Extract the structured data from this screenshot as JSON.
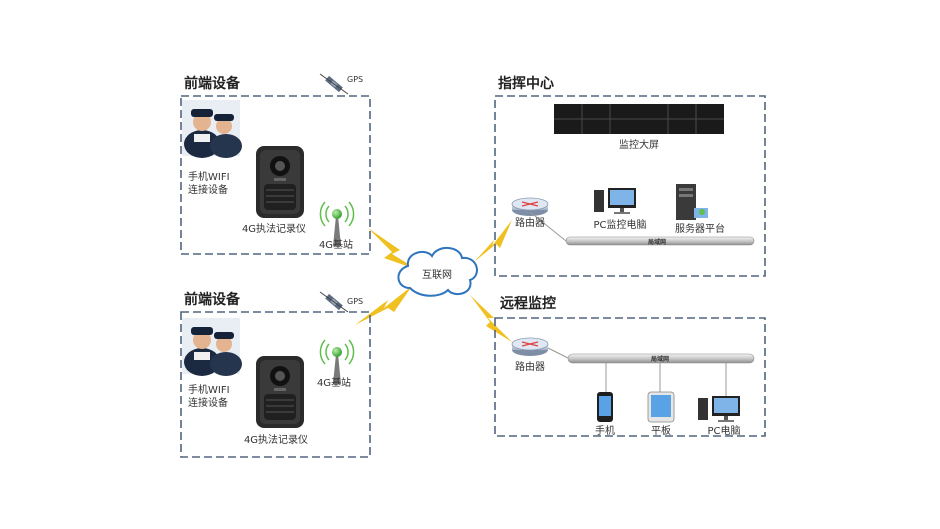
{
  "front_end_top": {
    "title": "前端设备",
    "gps_label": "GPS",
    "phone_label_line1": "手机WIFI",
    "phone_label_line2": "连接设备",
    "recorder_label": "4G执法记录仪",
    "base_station_label": "4G基站"
  },
  "front_end_bottom": {
    "title": "前端设备",
    "gps_label": "GPS",
    "phone_label_line1": "手机WIFI",
    "phone_label_line2": "连接设备",
    "recorder_label": "4G执法记录仪",
    "base_station_label": "4G基站"
  },
  "internet_label": "互联网",
  "command_center": {
    "title": "指挥中心",
    "video_wall_label": "监控大屏",
    "router_label": "路由器",
    "pc_label": "PC监控电脑",
    "server_label": "服务器平台",
    "lan_label": "局域网"
  },
  "remote_monitoring": {
    "title": "远程监控",
    "router_label": "路由器",
    "lan_label": "局域网",
    "phone_label": "手机",
    "tablet_label": "平板",
    "pc_label": "PC电脑"
  },
  "colors": {
    "border": "#52657f",
    "lightning": "#f0c020",
    "cloud": "#2f74c0",
    "antenna": "#5cc04a"
  }
}
